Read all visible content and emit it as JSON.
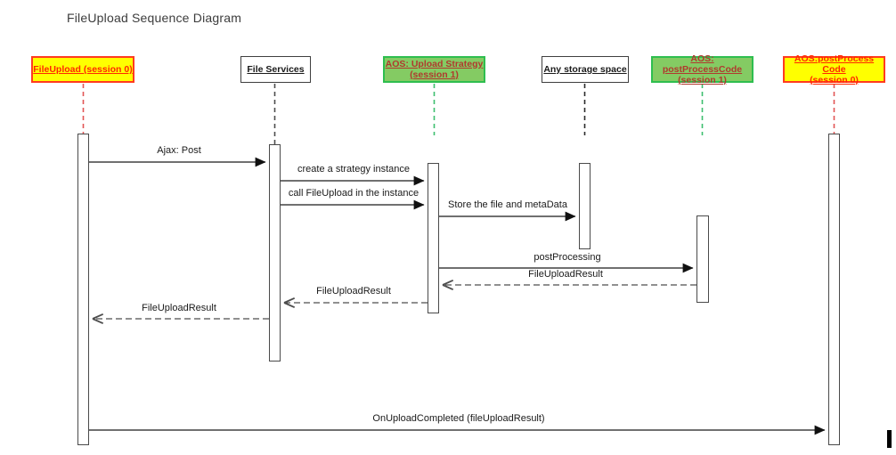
{
  "title": "FileUpload Sequence Diagram",
  "colors": {
    "yellow_fill": "#ffff00",
    "yellow_border": "#ff3b1f",
    "red_text": "#ff2800",
    "green_fill": "#84cb63",
    "green_border": "#2ebe4f",
    "green_text": "#b03a2e",
    "red_lifeline": "#e25555",
    "green_lifeline": "#3dbe6e",
    "dark_lifeline": "#4d4d4d",
    "arrow": "#1a1a1a"
  },
  "lifelines": [
    {
      "name": "FileUpload (session 0)",
      "style": "yellow",
      "lines": [
        "FileUpload (session 0)"
      ]
    },
    {
      "name": "File Services",
      "style": "white",
      "lines": [
        "File Services"
      ]
    },
    {
      "name": "AOS: Upload Strategy (session 1)",
      "style": "green",
      "lines": [
        "AOS: Upload Strategy",
        "(session 1)"
      ]
    },
    {
      "name": "Any storage space",
      "style": "white",
      "lines": [
        "Any storage space"
      ]
    },
    {
      "name": "AOS: postProcessCode (session 1)",
      "style": "green",
      "lines": [
        "AOS: postProcessCode",
        "(session 1)"
      ]
    },
    {
      "name": "AOS:postProcess Code (session 0)",
      "style": "yellow",
      "lines": [
        "AOS:postProcess Code",
        "(session 0)"
      ]
    }
  ],
  "messages": [
    {
      "label": "Ajax: Post",
      "from": "FileUpload (session 0)",
      "to": "File Services",
      "type": "solid"
    },
    {
      "label": "create a strategy instance",
      "from": "File Services",
      "to": "AOS: Upload Strategy (session 1)",
      "type": "solid"
    },
    {
      "label": "call FileUpload in the instance",
      "from": "File Services",
      "to": "AOS: Upload Strategy (session 1)",
      "type": "solid"
    },
    {
      "label": "Store the file and metaData",
      "from": "AOS: Upload Strategy (session 1)",
      "to": "Any storage space",
      "type": "solid"
    },
    {
      "label": "postProcessing",
      "from": "AOS: Upload Strategy (session 1)",
      "to": "AOS: postProcessCode (session 1)",
      "type": "solid"
    },
    {
      "label": "FileUploadResult",
      "from": "AOS: postProcessCode (session 1)",
      "to": "AOS: Upload Strategy (session 1)",
      "type": "dashed-return"
    },
    {
      "label": "FileUploadResult",
      "from": "AOS: Upload Strategy (session 1)",
      "to": "File Services",
      "type": "dashed-return"
    },
    {
      "label": "FileUploadResult",
      "from": "File Services",
      "to": "FileUpload (session 0)",
      "type": "dashed-return"
    },
    {
      "label": "OnUploadCompleted (fileUploadResult)",
      "from": "FileUpload (session 0)",
      "to": "AOS:postProcess Code (session 0)",
      "type": "solid"
    }
  ]
}
